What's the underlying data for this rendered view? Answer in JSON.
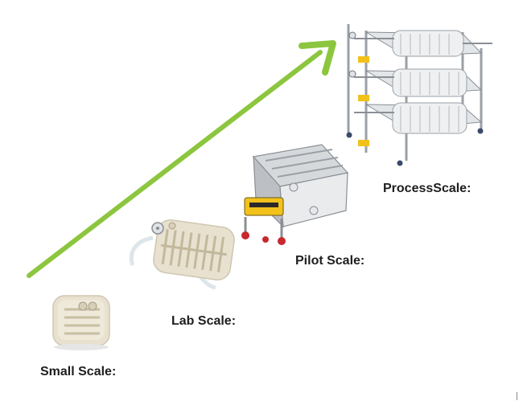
{
  "colors": {
    "arrow": "#8cc63f",
    "device_body": "#e8e1cf",
    "device_shadow": "#bdb29a",
    "steel": "#c9ccd0",
    "steel_dark": "#8a8f95",
    "pump_yellow": "#f2c21b",
    "wheel_red": "#c8282e"
  },
  "scales": {
    "small_label": "Small Scale:",
    "lab_label": "Lab Scale:",
    "pilot_label": "Pilot Scale:",
    "process_label": "ProcessScale:"
  },
  "icons": {
    "growth_arrow": "arrow-up-right-icon",
    "small_device": "small-cassette-icon",
    "lab_device": "lab-cassette-icon",
    "pilot_device": "pilot-skid-icon",
    "process_device": "process-rack-icon"
  }
}
